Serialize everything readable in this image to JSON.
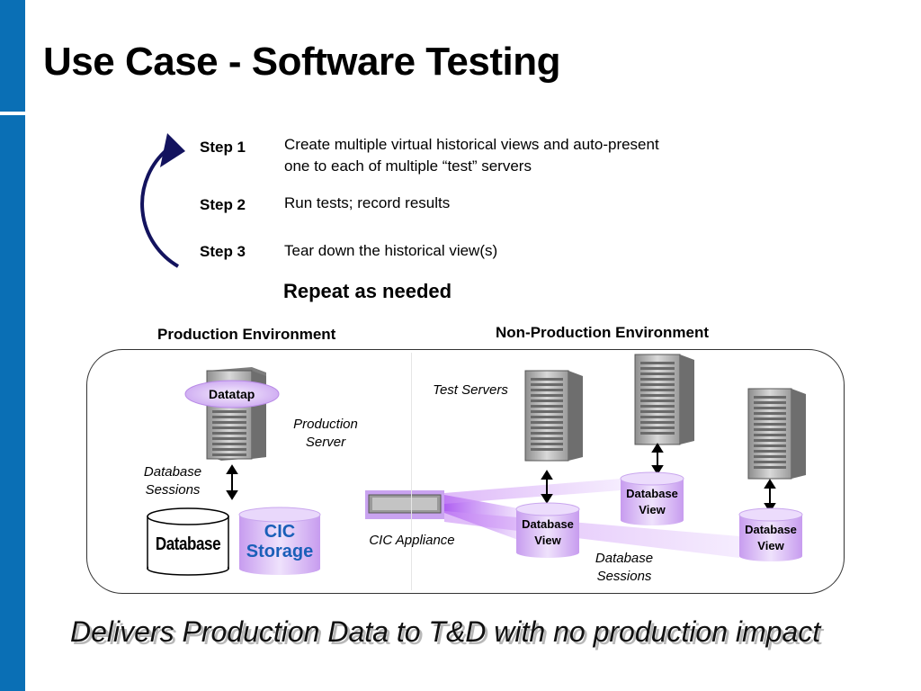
{
  "title": "Use Case - Software Testing",
  "steps": [
    {
      "label": "Step 1",
      "text_line1": "Create multiple virtual historical views and auto-present",
      "text_line2": "one to each of multiple “test” servers"
    },
    {
      "label": "Step 2",
      "text": "Run tests; record results"
    },
    {
      "label": "Step 3",
      "text": "Tear down the historical view(s)"
    }
  ],
  "repeat": "Repeat as needed",
  "production": {
    "heading": "Production Environment",
    "datatap": "Datatap",
    "server_line1": "Production",
    "server_line2": "Server",
    "sessions_line1": "Database",
    "sessions_line2": "Sessions",
    "database": "Database",
    "cic_line1": "CIC",
    "cic_line2": "Storage"
  },
  "nonproduction": {
    "heading": "Non-Production Environment",
    "test_servers": "Test Servers",
    "appliance": "CIC Appliance",
    "sessions_line1": "Database",
    "sessions_line2": "Sessions",
    "view_line1": "Database",
    "view_line2": "View"
  },
  "footer": "Delivers Production Data to T&D with no production impact",
  "colors": {
    "accent_bar": "#0a6fb5",
    "arrow": "#13135e",
    "cic_text": "#1a5fb8",
    "disk_purple": "#d7b8f3"
  }
}
